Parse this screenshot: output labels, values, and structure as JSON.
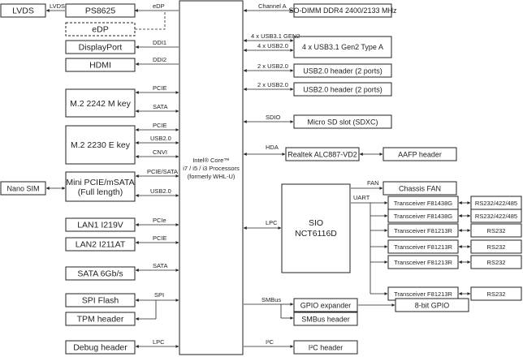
{
  "cpu": {
    "line1": "Intel® Core™",
    "line2": "i7 / i5 / i3 Processors",
    "line3": "(formerly WHL-U)"
  },
  "left_blocks": {
    "lvds": "LVDS",
    "ps8625": "PS8625",
    "edp_out": "eDP",
    "displayport": "DisplayPort",
    "hdmi": "HDMI",
    "m2_m_key": "M.2 2242 M key",
    "m2_e_key": "M.2 2230 E key",
    "nano_sim": "Nano SIM",
    "minipcie_1": "Mini PCIE/mSATA",
    "minipcie_2": "(Full length)",
    "lan1": "LAN1 I219V",
    "lan2": "LAN2 I211AT",
    "sata": "SATA 6Gb/s",
    "spi_flash": "SPI Flash",
    "tpm": "TPM header",
    "debug": "Debug header"
  },
  "left_bus": {
    "lvds": "LVDS",
    "edp": "eDP",
    "ddi1": "DDI1",
    "ddi2": "DDI2",
    "m_pcie": "PCIE",
    "m_sata": "SATA",
    "e_pcie": "PCIE",
    "e_usb": "USB2.0",
    "e_cnvi": "CNVI",
    "mini_pcie_sata": "PCIE/SATA",
    "mini_usb": "USB2.0",
    "lan1_pcie": "PCIe",
    "lan2_pcie": "PCIE",
    "sata": "SATA",
    "spi": "SPI",
    "lpc": "LPC"
  },
  "right_blocks": {
    "sodimm": "SO-DIMM DDR4 2400/2133 MHz",
    "usb31": "4 x USB3.1 Gen2 Type A",
    "usb2_h1": "USB2.0 header (2 ports)",
    "usb2_h2": "USB2.0 header (2 ports)",
    "microsd": "Micro SD slot (SDXC)",
    "realtek": "Realtek ALC887-VD2",
    "aafp": "AAFP header",
    "sio_1": "SIO",
    "sio_2": "NCT6116D",
    "chassis_fan": "Chassis FAN",
    "trans1": "Transceiver F81438G",
    "trans2": "Transceiver F81438G",
    "trans3": "Transceiver F81213R",
    "trans4": "Transceiver F81213R",
    "trans5": "Transceiver F81213R",
    "trans6": "Transceiver F81213R",
    "rs1": "RS232/422/485",
    "rs2": "RS232/422/485",
    "rs3": "RS232",
    "rs4": "RS232",
    "rs5": "RS232",
    "rs6": "RS232",
    "gpio_exp": "GPIO expander",
    "gpio8": "8-bit GPIO",
    "smbus_hdr": "SMBus header",
    "i2c_hdr": "I²C header"
  },
  "right_bus": {
    "channel_a": "Channel A",
    "usb31_gen2": "4 x USB3.1 GEN2",
    "usb2_1": "4 x USB2.0",
    "usb2_2": "2 x USB2.0",
    "usb2_3": "2 x USB2.0",
    "sdio": "SDIO",
    "hda": "HDA",
    "lpc": "LPC",
    "fan": "FAN",
    "uart": "UART",
    "smbus": "SMBus",
    "i2c": "I²C"
  }
}
